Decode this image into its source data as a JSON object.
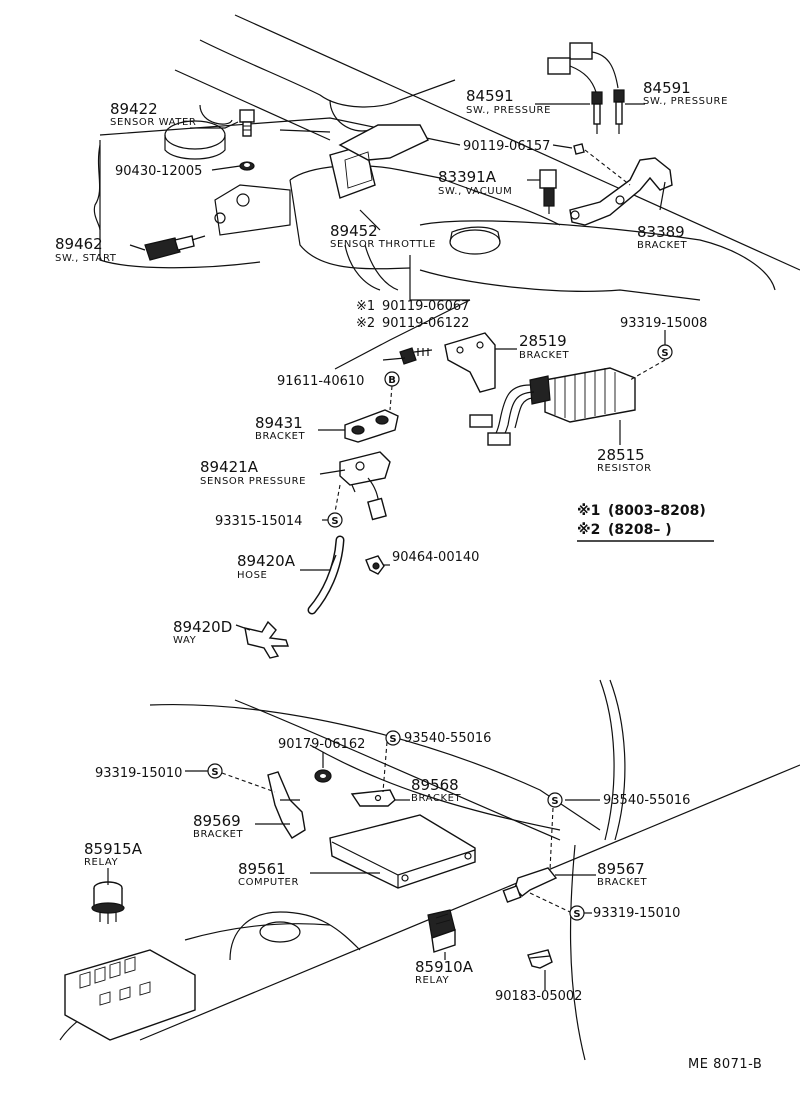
{
  "parts": {
    "p89422": {
      "number": "89422",
      "desc": "SENSOR WATER"
    },
    "p90430": {
      "number": "90430-12005"
    },
    "p89462": {
      "number": "89462",
      "desc": "SW., START"
    },
    "p84591a": {
      "number": "84591",
      "desc": "SW., PRESSURE"
    },
    "p84591b": {
      "number": "84591",
      "desc": "SW., PRESSURE"
    },
    "p90119_06157": {
      "number": "90119-06157"
    },
    "p83391A": {
      "number": "83391A",
      "desc": "SW., VACUUM"
    },
    "p89452": {
      "number": "89452",
      "desc": "SENSOR THROTTLE"
    },
    "p83389": {
      "number": "83389",
      "desc": "BRACKET"
    },
    "p90119_06067": {
      "marker": "※1",
      "number": "90119-06067"
    },
    "p90119_06122": {
      "marker": "※2",
      "number": "90119-06122"
    },
    "p28519": {
      "number": "28519",
      "desc": "BRACKET"
    },
    "p93319_15008": {
      "number": "93319-15008"
    },
    "p91611": {
      "number": "91611-40610"
    },
    "p89431": {
      "number": "89431",
      "desc": "BRACKET"
    },
    "p28515": {
      "number": "28515",
      "desc": "RESISTOR"
    },
    "p89421A": {
      "number": "89421A",
      "desc": "SENSOR PRESSURE"
    },
    "p93315": {
      "number": "93315-15014"
    },
    "p89420A": {
      "number": "89420A",
      "desc": "HOSE"
    },
    "p90464": {
      "number": "90464-00140"
    },
    "p89420D": {
      "number": "89420D",
      "desc": "WAY"
    },
    "p90179": {
      "number": "90179-06162"
    },
    "p93540a": {
      "number": "93540-55016"
    },
    "p93319_15010a": {
      "number": "93319-15010"
    },
    "p89568": {
      "number": "89568",
      "desc": "BRACKET"
    },
    "p93540b": {
      "number": "93540-55016"
    },
    "p89569": {
      "number": "89569",
      "desc": "BRACKET"
    },
    "p85915A": {
      "number": "85915A",
      "desc": "RELAY"
    },
    "p89561": {
      "number": "89561",
      "desc": "COMPUTER"
    },
    "p89567": {
      "number": "89567",
      "desc": "BRACKET"
    },
    "p93319_15010b": {
      "number": "93319-15010"
    },
    "p85910A": {
      "number": "85910A",
      "desc": "RELAY"
    },
    "p90183": {
      "number": "90183-05002"
    }
  },
  "notes": {
    "n1": {
      "marker": "※1",
      "range": "(8003–8208)"
    },
    "n2": {
      "marker": "※2",
      "range": "(8208–      )"
    }
  },
  "symbols": {
    "s": "S",
    "b": "B"
  },
  "drawing_code": "ME  8071-B"
}
